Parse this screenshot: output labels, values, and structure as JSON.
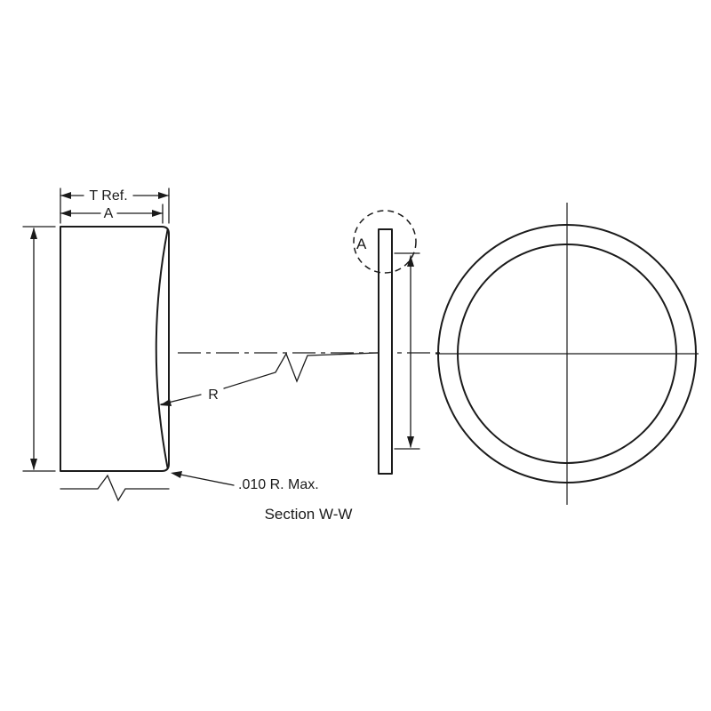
{
  "drawing": {
    "colors": {
      "line": "#1b1b1b",
      "background": "#ffffff"
    },
    "labels": {
      "t_ref": "T Ref.",
      "dim_a": "A",
      "radius": "R",
      "detail_a": "A",
      "fillet_note": ".010 R. Max.",
      "section_title": "Section W-W"
    }
  }
}
